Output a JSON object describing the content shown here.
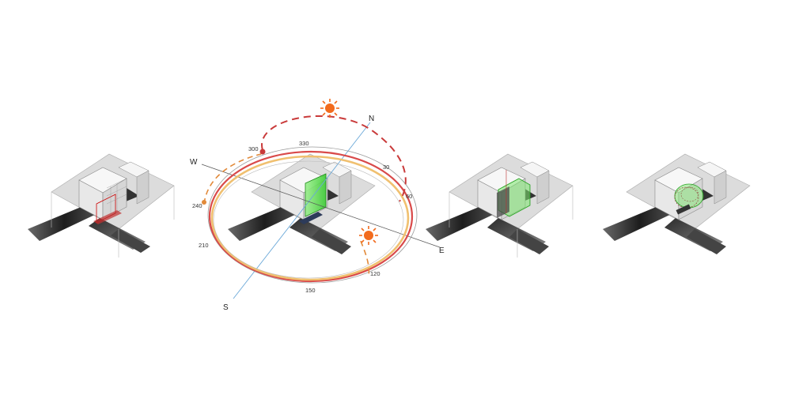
{
  "compass": {
    "north": "N",
    "south": "S",
    "east": "E",
    "west": "W"
  },
  "degrees": [
    "330",
    "30",
    "60",
    "120",
    "150",
    "210",
    "240",
    "300"
  ],
  "colors": {
    "sun": "#f26b1d",
    "sun_path_summer": "#c93a3a",
    "sun_path_winter": "#e28a3a",
    "orbit_outer": "#d94a4a",
    "orbit_inner": "#f0c070",
    "axis_ns": "#6aa8d8",
    "facade_green": "#52e04a",
    "street": "#2a2a2a",
    "ground": "#d9d9d9",
    "building": "#f4f4f4"
  },
  "icons": [
    "sun-icon",
    "sun-icon"
  ]
}
